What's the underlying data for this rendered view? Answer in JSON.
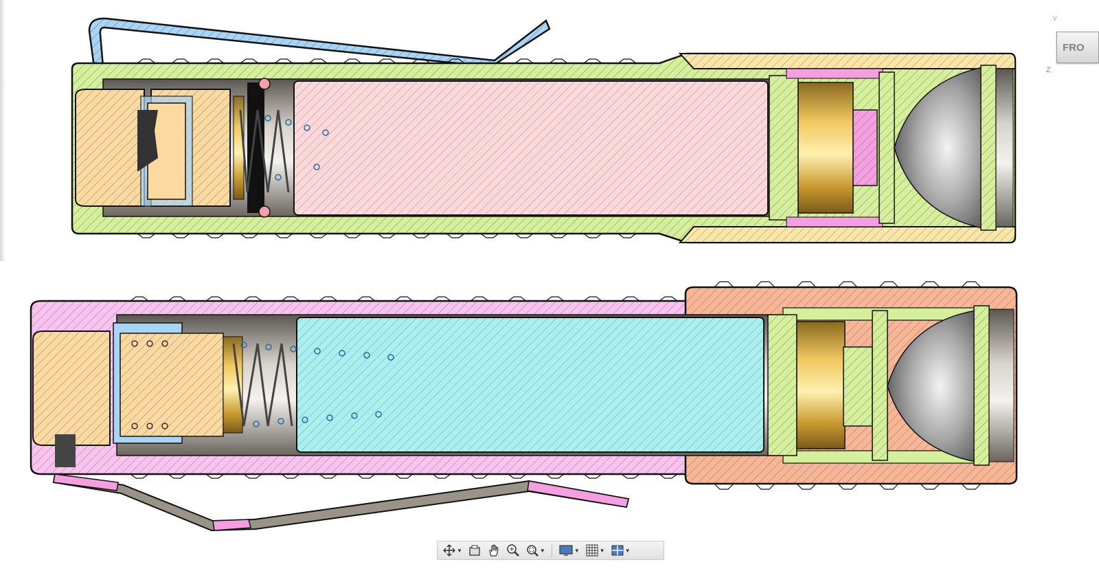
{
  "viewcube": {
    "face_label": "FRO",
    "axis_y": "Y",
    "axis_z": "Z"
  },
  "toolbar": {
    "items": [
      {
        "name": "orbit-icon",
        "has_dropdown": true
      },
      {
        "name": "look-at-icon",
        "has_dropdown": false
      },
      {
        "name": "pan-hand-icon",
        "has_dropdown": false
      },
      {
        "name": "zoom-window-icon",
        "has_dropdown": false
      },
      {
        "name": "fit-zoom-icon",
        "has_dropdown": true
      },
      {
        "name": "display-settings-icon",
        "has_dropdown": true
      },
      {
        "name": "grid-icon",
        "has_dropdown": true
      },
      {
        "name": "viewports-icon",
        "has_dropdown": true
      }
    ]
  },
  "colors": {
    "body_green": "#d5ef9c",
    "body_yellow": "#fae6a8",
    "cap_tan": "#fbd9a0",
    "battery_pink": "#fcd8da",
    "battery_cyan": "#aaf0f0",
    "clip_blue": "#aad4f5",
    "body_pink": "#f8c4ef",
    "head_orange": "#f7b696",
    "pink_accent": "#f4a0e0",
    "brass": "#d4a640",
    "metal": "#9a9488",
    "outline": "#111111"
  }
}
